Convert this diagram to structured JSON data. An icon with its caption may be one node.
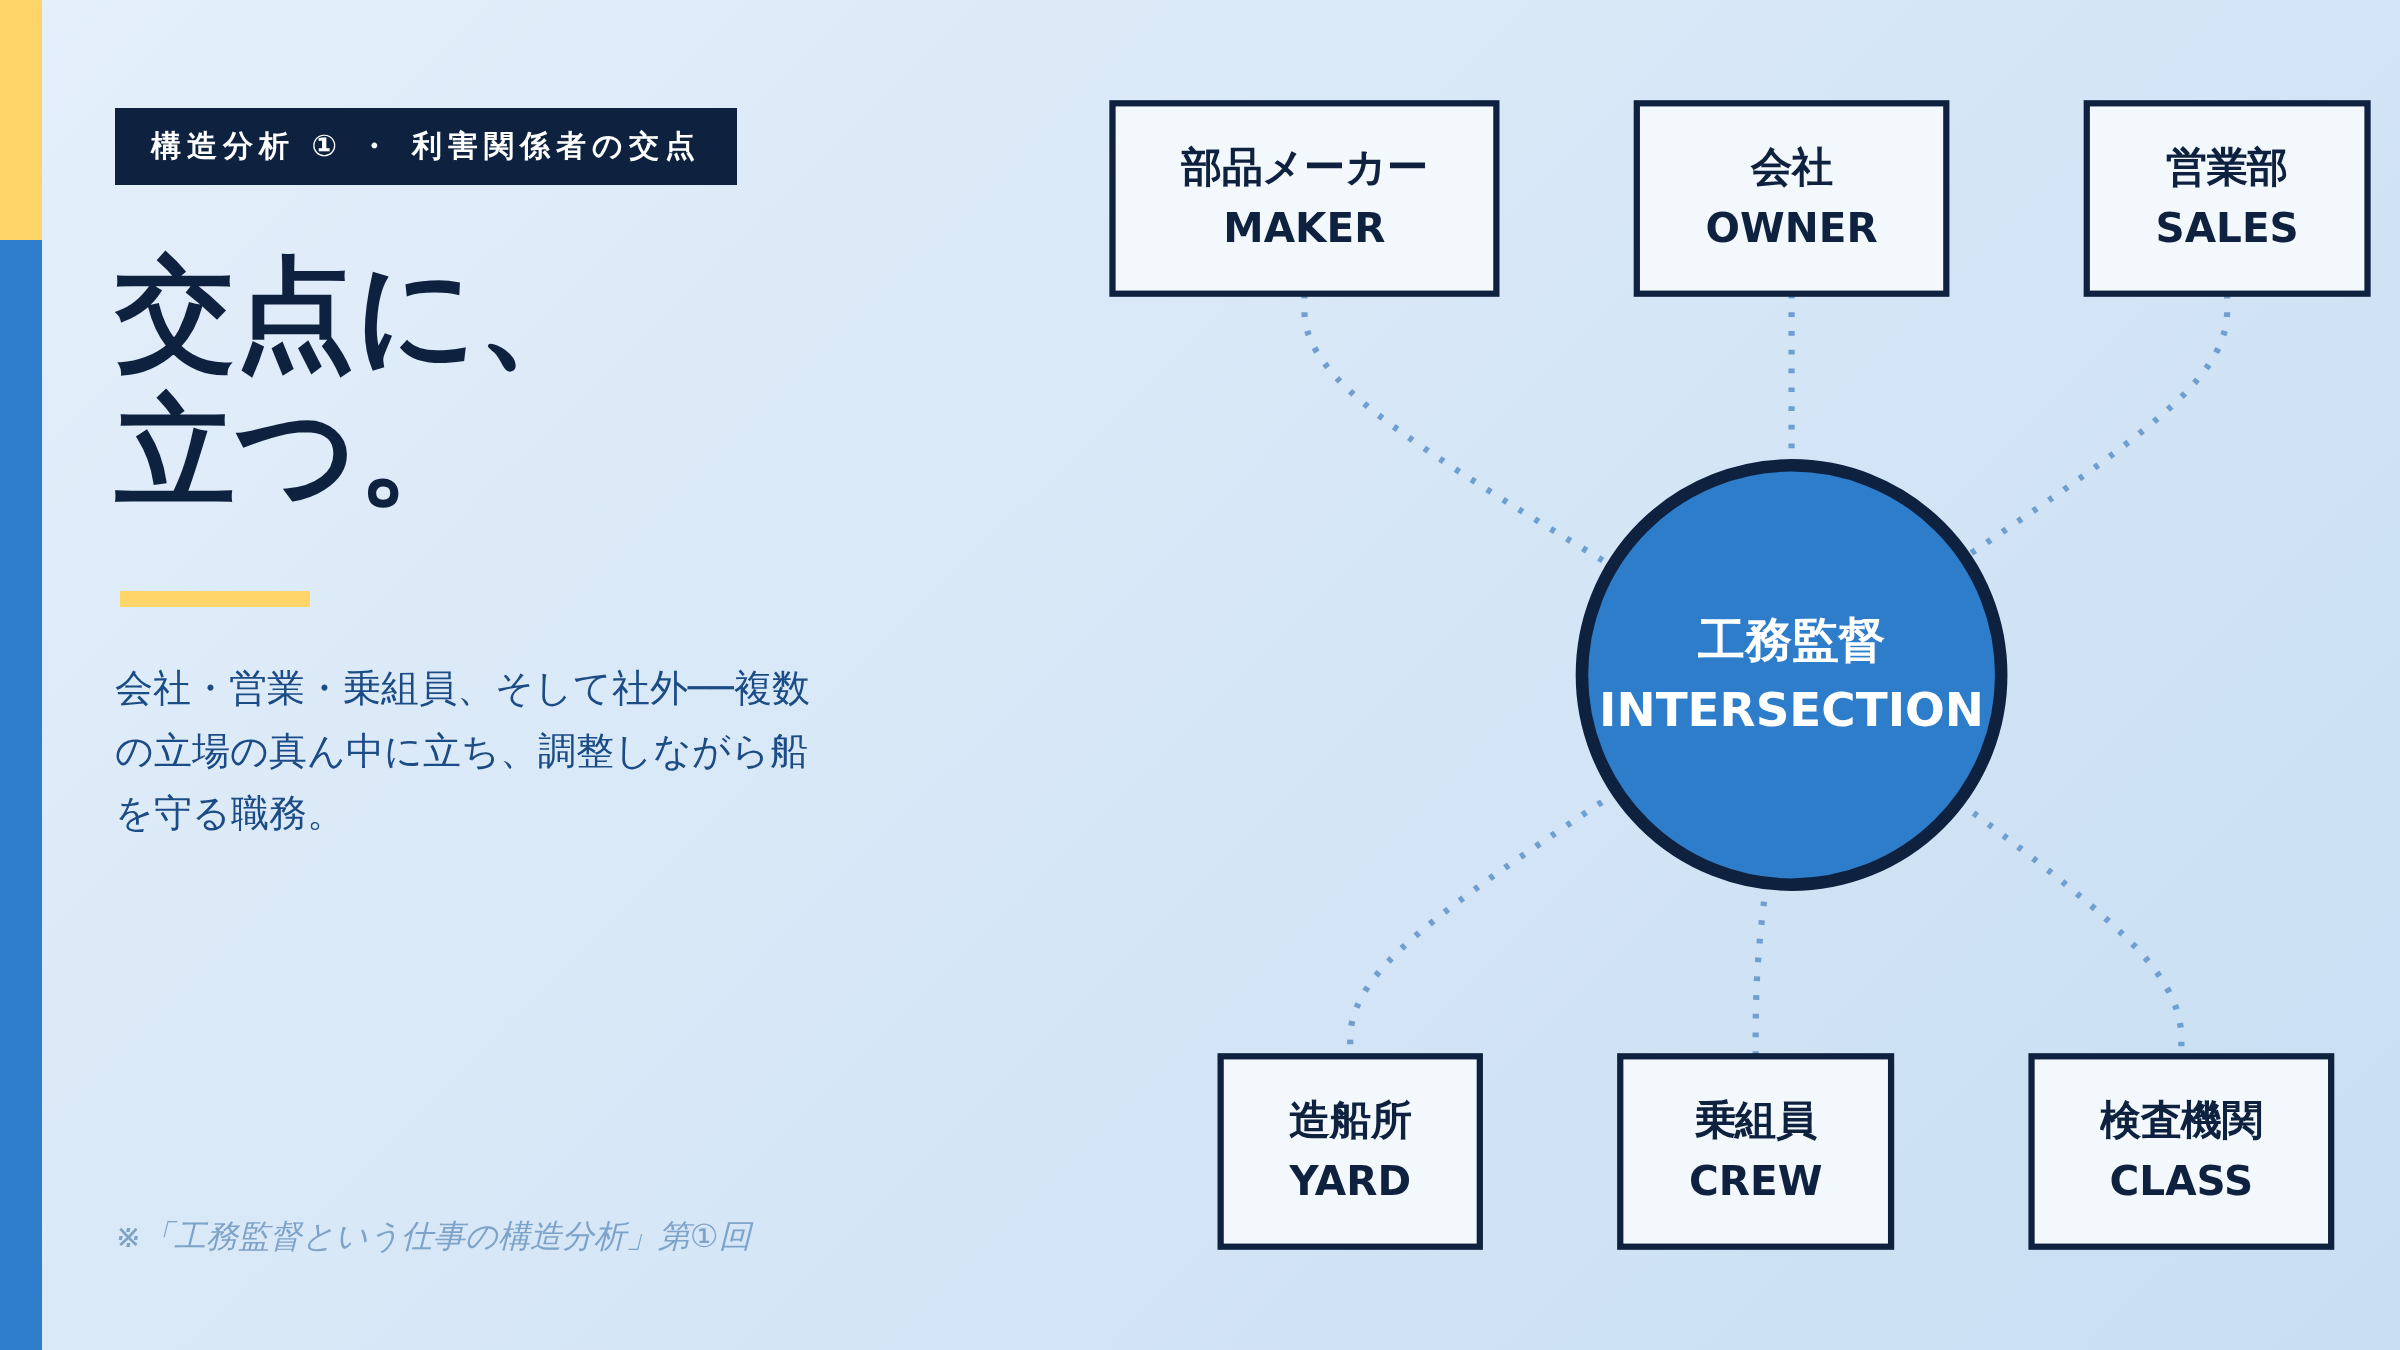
{
  "diagram": {
    "title": "交点に、立つ。",
    "caption": "※「工務監督という仕事の構造分析」第①回",
    "nodes": [
      {
        "text": [
          "会社",
          "OWNER"
        ]
      },
      {
        "text": [
          "部品メーカー",
          "MAKER"
        ]
      },
      {
        "text": [
          "営業部",
          "SALES"
        ]
      },
      {
        "text": [
          "工務監督",
          "INTERSECTION"
        ]
      },
      {
        "text": [
          "造船所",
          "YARD"
        ]
      },
      {
        "text": [
          "検査機関",
          "CLASS"
        ]
      },
      {
        "text": [
          "乗組員",
          "CREW"
        ]
      }
    ],
    "edges": [
      {
        "from": 1,
        "to": 3,
        "arrow": "none",
        "style": "dashed"
      },
      {
        "from": 0,
        "to": 3,
        "arrow": "none",
        "style": "dashed"
      },
      {
        "from": 2,
        "to": 3,
        "arrow": "none",
        "style": "dashed"
      },
      {
        "from": 3,
        "to": 4,
        "arrow": "none",
        "style": "dashed"
      },
      {
        "from": 3,
        "to": 6,
        "arrow": "none",
        "style": "dashed"
      },
      {
        "from": 3,
        "to": 5,
        "arrow": "none",
        "style": "dashed"
      }
    ],
    "labels": [
      "構造分析 ① ・ 利害関係者の交点",
      "会社・営業・乗組員、そして社外──複数の立場の真ん中に立ち、調整しながら船を守る職務。"
    ]
  }
}
